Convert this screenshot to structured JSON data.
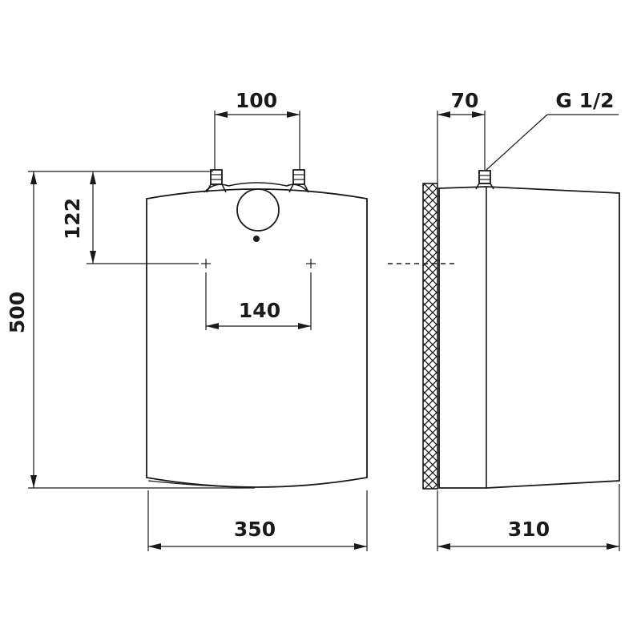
{
  "diagram": {
    "dimensions": {
      "inlet_spacing": "100",
      "inlet_height": "122",
      "total_height": "500",
      "mount_spacing": "140",
      "width": "350",
      "depth": "310",
      "wall_offset": "70",
      "thread": "G 1/2"
    },
    "colors": {
      "line": "#1a1a1a",
      "background": "#ffffff"
    }
  }
}
